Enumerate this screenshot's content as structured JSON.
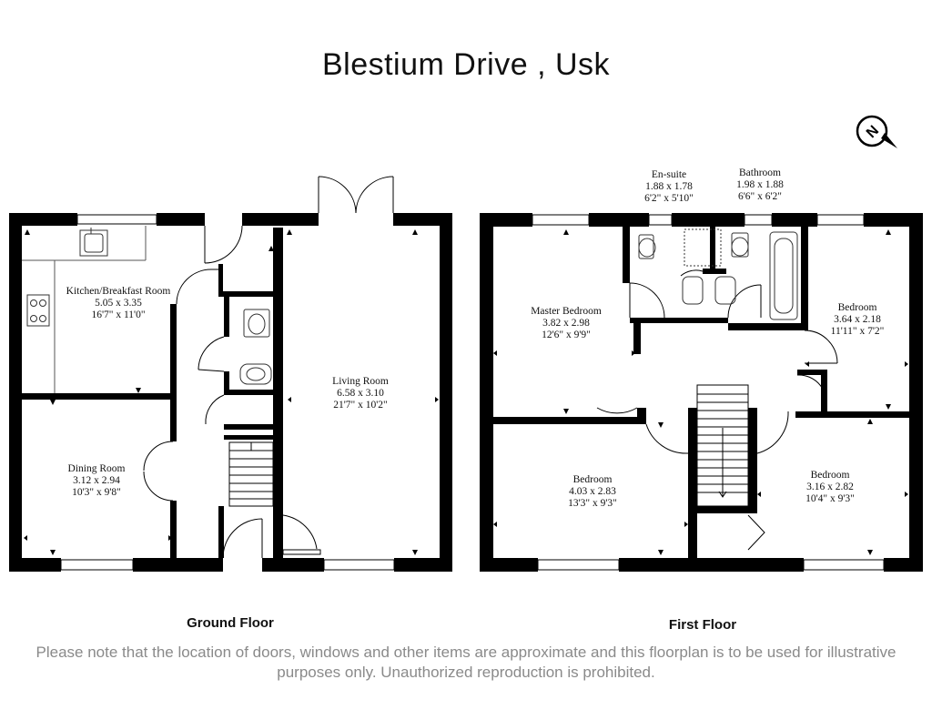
{
  "title": "Blestium Drive , Usk",
  "floors": {
    "ground": {
      "label": "Ground Floor"
    },
    "first": {
      "label": "First Floor"
    }
  },
  "rooms": {
    "kitchen": {
      "name": "Kitchen/Breakfast Room",
      "metric": "5.05 x 3.35",
      "imperial": "16'7\" x 11'0\""
    },
    "dining": {
      "name": "Dining Room",
      "metric": "3.12 x 2.94",
      "imperial": "10'3\" x 9'8\""
    },
    "living": {
      "name": "Living Room",
      "metric": "6.58 x 3.10",
      "imperial": "21'7\" x 10'2\""
    },
    "master": {
      "name": "Master Bedroom",
      "metric": "3.82 x 2.98",
      "imperial": "12'6\" x 9'9\""
    },
    "ensuite": {
      "name": "En-suite",
      "metric": "1.88 x 1.78",
      "imperial": "6'2\" x 5'10\""
    },
    "bathroom": {
      "name": "Bathroom",
      "metric": "1.98 x 1.88",
      "imperial": "6'6\" x 6'2\""
    },
    "bedroom2": {
      "name": "Bedroom",
      "metric": "3.64 x 2.18",
      "imperial": "11'11\" x 7'2\""
    },
    "bedroom3": {
      "name": "Bedroom",
      "metric": "4.03 x 2.83",
      "imperial": "13'3\" x 9'3\""
    },
    "bedroom4": {
      "name": "Bedroom",
      "metric": "3.16 x 2.82",
      "imperial": "10'4\" x 9'3\""
    }
  },
  "compass": {
    "letter": "N"
  },
  "disclaimer": "Please note that the location of doors, windows and other items are approximate and this floorplan is to be used for illustrative purposes only. Unauthorized reproduction is prohibited."
}
